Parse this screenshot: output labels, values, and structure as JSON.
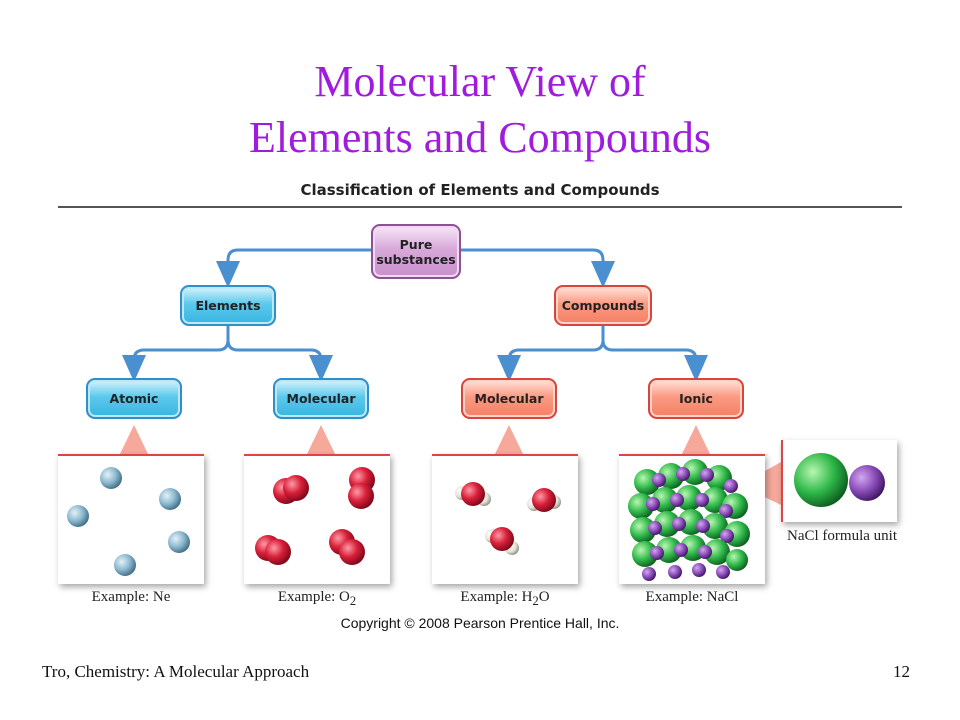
{
  "slide": {
    "title_line1": "Molecular View of",
    "title_line2": "Elements and Compounds",
    "figure_title": "Classification of Elements and Compounds",
    "copyright": "Copyright © 2008 Pearson Prentice Hall, Inc.",
    "footer_left": "Tro, Chemistry: A Molecular Approach",
    "footer_right": "12"
  },
  "tree": {
    "root": {
      "label_line1": "Pure",
      "label_line2": "substances",
      "color": "#d7a9d9"
    },
    "elements": {
      "label": "Elements",
      "color": "#5cc9ec"
    },
    "compounds": {
      "label": "Compounds",
      "color": "#fb9a83"
    },
    "atomic": {
      "label": "Atomic"
    },
    "molecular_element": {
      "label": "Molecular"
    },
    "molecular_compound": {
      "label": "Molecular"
    },
    "ionic": {
      "label": "Ionic"
    }
  },
  "examples": {
    "ne": {
      "prefix": "Example: Ne",
      "formula_main": "",
      "subscript": "",
      "formula_tail": ""
    },
    "o2": {
      "prefix": "Example: O",
      "subscript": "2",
      "formula_tail": ""
    },
    "h2o": {
      "prefix": "Example: H",
      "subscript": "2",
      "formula_tail": "O"
    },
    "nacl": {
      "prefix": "Example: NaCl",
      "subscript": "",
      "formula_tail": ""
    }
  },
  "nacl_unit": {
    "caption": "NaCl formula unit"
  },
  "colors": {
    "arrow": "#4a8fd0",
    "neon_atom": "#7eaec8",
    "oxygen": "#d8203a",
    "hydrogen": "#e8e8e0",
    "sodium": "#8a4cb8",
    "chlorine": "#2fb84a",
    "title": "#a01cdc"
  }
}
